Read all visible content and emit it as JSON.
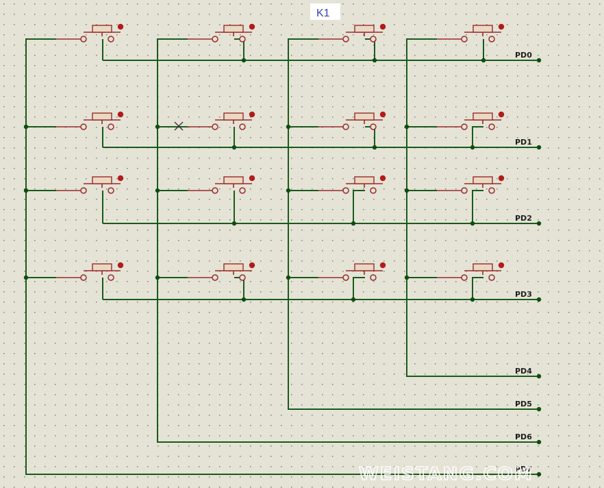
{
  "component_label": "K1",
  "watermark": "WEISTANG.COM",
  "port_labels": [
    "PD0",
    "PD1",
    "PD2",
    "PD3",
    "PD4",
    "PD5",
    "PD6",
    "PD7"
  ],
  "icons": {
    "switch": "push-button-icon",
    "junction": "junction-dot-icon",
    "no-connect": "no-connect-x-icon"
  },
  "colors": {
    "background": "#e4e3d6",
    "wire": "#1a5a1a",
    "component": "#9a2a2a",
    "component_body": "#ead9c2",
    "component_dot": "#b31b1b",
    "label_highlight": "#3344aa"
  }
}
